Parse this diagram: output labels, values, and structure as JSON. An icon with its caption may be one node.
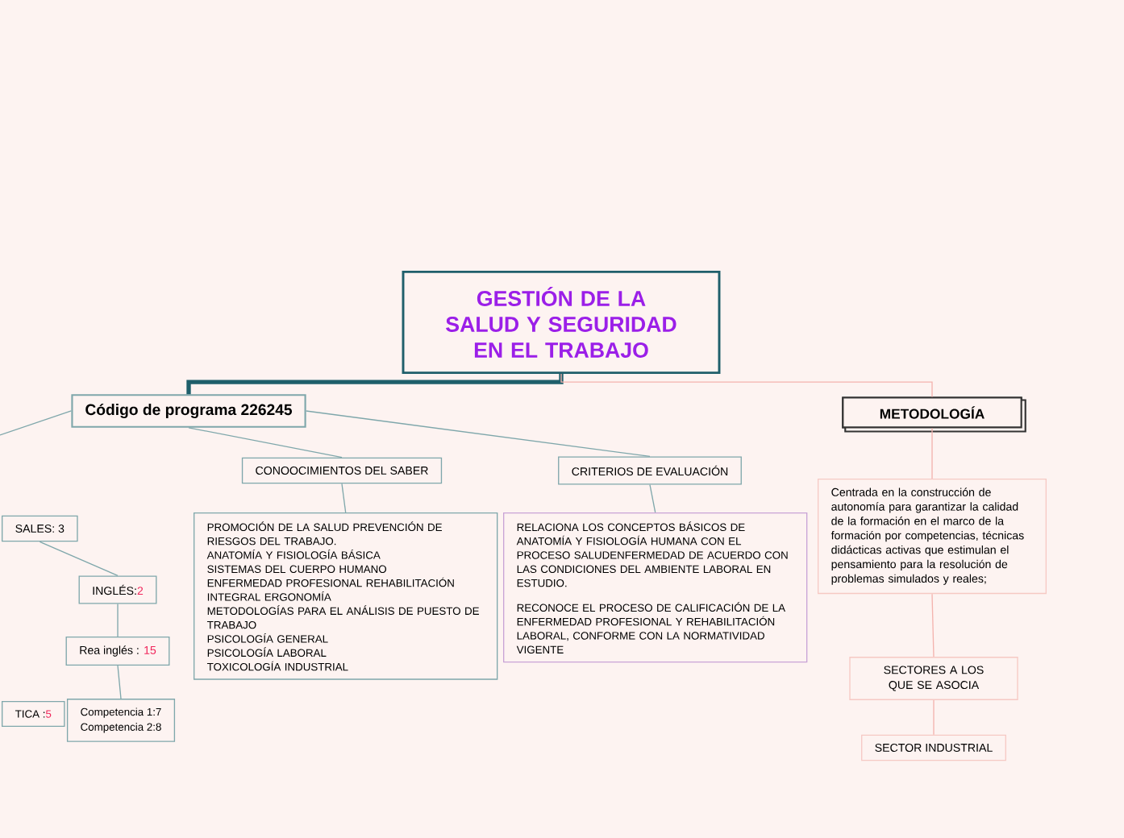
{
  "diagram": {
    "nodes": [
      {
        "text": [
          "GESTIÓN DE LA SALUD Y SEGURIDAD EN EL TRABAJO"
        ]
      },
      {
        "text": [
          "Código de programa 226245"
        ]
      },
      {
        "text": [
          "CONOOCIMIENTOS DEL SABER"
        ]
      },
      {
        "text": [
          "PROMOCIÓN DE LA SALUD PREVENCIÓN DE RIESGOS DEL TRABAJO.",
          "ANATOMÍA Y FISIOLOGÍA BÁSICA",
          "SISTEMAS DEL CUERPO HUMANO",
          "ENFERMEDAD PROFESIONAL REHABILITACIÓN INTEGRAL  ERGONOMÍA",
          "METODOLOGÍAS PARA EL ANÁLISIS DE PUESTO DE TRABAJO",
          "PSICOLOGÍA GENERAL",
          "PSICOLOGÍA LABORAL",
          "TOXICOLOGÍA INDUSTRIAL"
        ]
      },
      {
        "text": [
          "CRITERIOS DE EVALUACIÓN"
        ]
      },
      {
        "text": [
          "RELACIONA LOS CONCEPTOS BÁSICOS DE ANATOMÍA Y FISIOLOGÍA HUMANA CON EL PROCESO SALUDENFERMEDAD DE ACUERDO CON LAS CONDICIONES DEL AMBIENTE LABORAL EN ESTUDIO.",
          "RECONOCE EL PROCESO DE CALIFICACIÓN DE LA ENFERMEDAD PROFESIONAL Y REHABILITACIÓN LABORAL, CONFORME CON LA NORMATIVIDAD VIGENTE"
        ]
      },
      {
        "text": [
          "METODOLOGÍA"
        ]
      },
      {
        "text": [
          "Centrada en la construcción de autonomía para garantizar la calidad de la formación en el marco de la formación por competencias, técnicas didácticas activas que estimulan el pensamiento para la resolución de problemas simulados y reales;"
        ]
      },
      {
        "text": [
          "SECTORES A LOS QUE SE ASOCIA"
        ]
      },
      {
        "text": [
          "SECTOR INDUSTRIAL"
        ]
      },
      {
        "text": [
          "SALES: 3"
        ]
      },
      {
        "text": [
          "INGLÉS:",
          "2"
        ]
      },
      {
        "text": [
          "Rea inglés : ",
          "15"
        ]
      },
      {
        "text": [
          "Competencia 1:7",
          "Competencia 2:8"
        ]
      },
      {
        "text": [
          "TICA :",
          "5"
        ]
      }
    ],
    "edges": [
      {
        "from": 0,
        "to": 1,
        "arrow": "none",
        "style": "thick",
        "color": "#1f5f6b"
      },
      {
        "from": 0,
        "to": 6,
        "arrow": "none",
        "color": "#f4b3ae"
      },
      {
        "from": 1,
        "to": 2,
        "arrow": "none"
      },
      {
        "from": 1,
        "to": 4,
        "arrow": "none"
      },
      {
        "from": 1,
        "to": null,
        "arrow": "none"
      },
      {
        "from": 2,
        "to": 3,
        "arrow": "none"
      },
      {
        "from": 4,
        "to": 5,
        "arrow": "none"
      },
      {
        "from": 6,
        "to": 7,
        "arrow": "none",
        "color": "#f4b3ae"
      },
      {
        "from": 7,
        "to": 8,
        "arrow": "none",
        "color": "#f4b3ae"
      },
      {
        "from": 8,
        "to": 9,
        "arrow": "none",
        "color": "#f4b3ae"
      },
      {
        "from": 10,
        "to": 11,
        "arrow": "none"
      },
      {
        "from": 11,
        "to": 12,
        "arrow": "none"
      },
      {
        "from": 12,
        "to": 13,
        "arrow": "none"
      }
    ]
  }
}
